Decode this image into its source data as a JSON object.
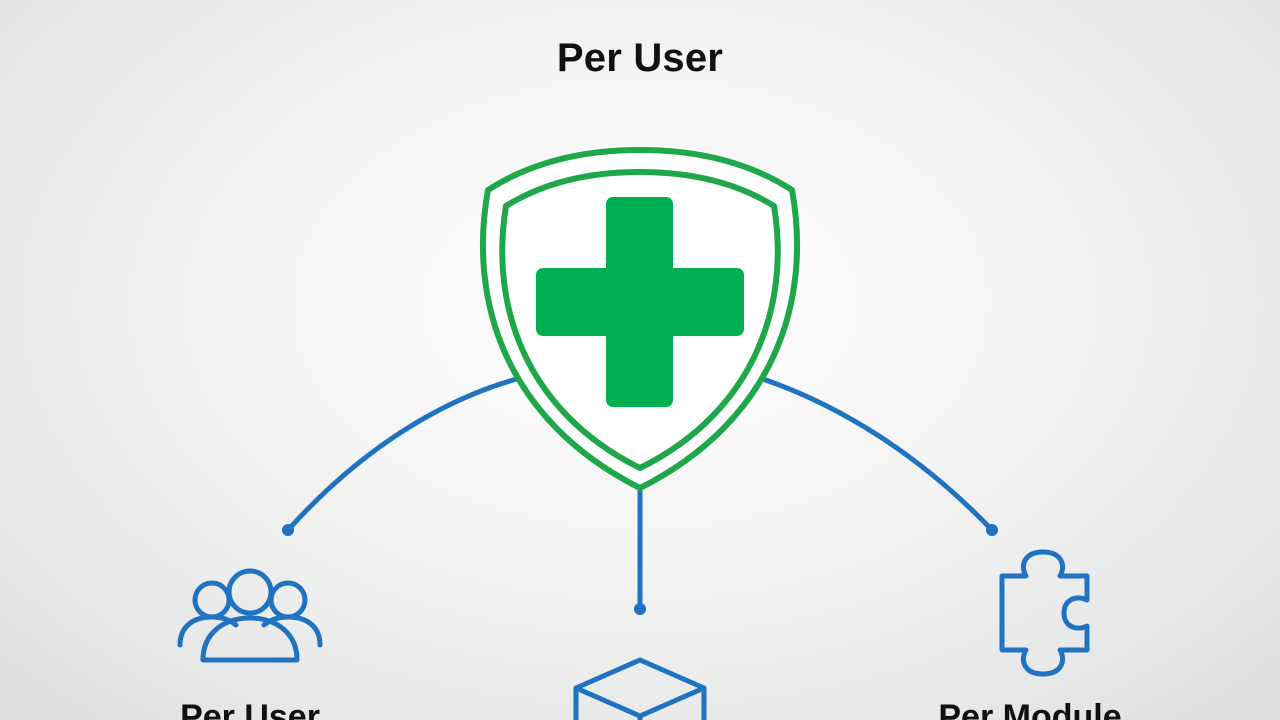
{
  "title": "Per User",
  "nodes": [
    {
      "label": "Per User",
      "icon": "users-group-icon"
    },
    {
      "label": "",
      "icon": "cube-icon"
    },
    {
      "label": "Per Module",
      "icon": "puzzle-piece-icon"
    }
  ],
  "center_icon": "shield-plus-icon",
  "colors": {
    "connector": "#1f73c1",
    "shield": "#1ea84a",
    "cross": "#00b050",
    "text": "#111111"
  }
}
